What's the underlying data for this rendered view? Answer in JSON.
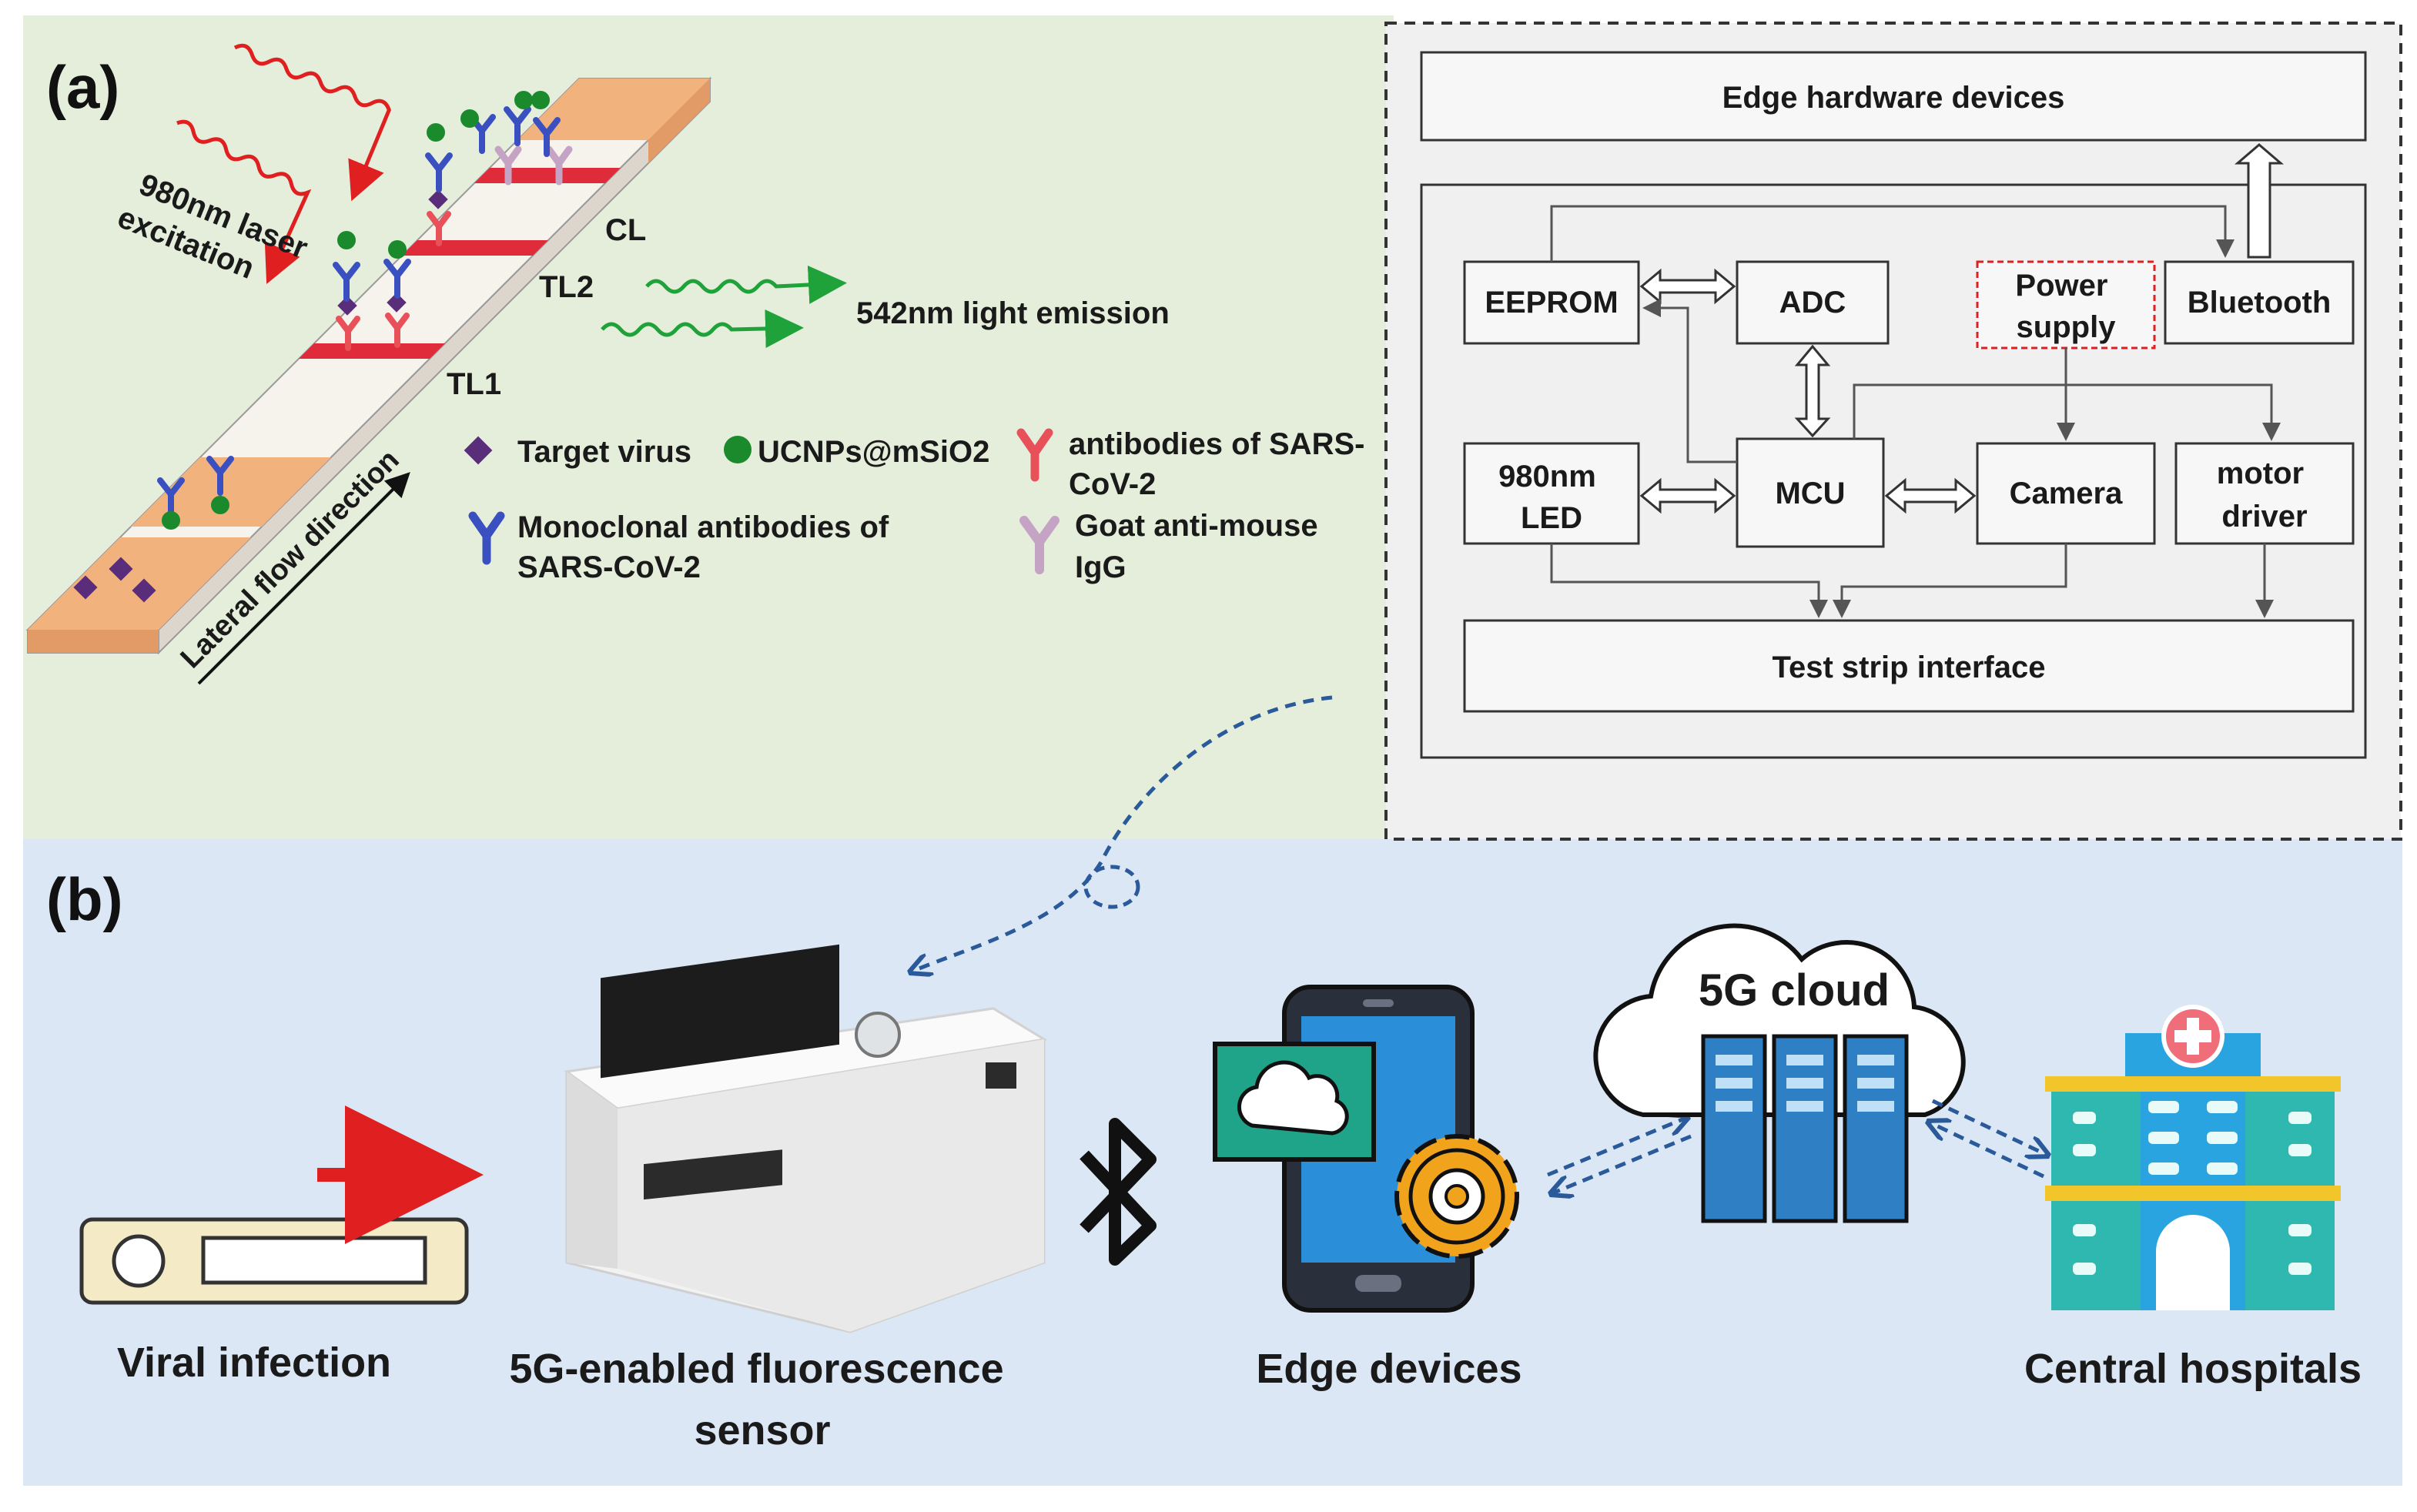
{
  "panels": {
    "a_label": "(a)",
    "b_label": "(b)"
  },
  "strip": {
    "laser": "980nm laser excitation",
    "laser_line1": "980nm laser",
    "laser_line2": "excitation",
    "emission": "542nm light emission",
    "cl": "CL",
    "tl2": "TL2",
    "tl1": "TL1",
    "flow": "Lateral flow direction"
  },
  "legend": {
    "target_virus": "Target virus",
    "ucnps": "UCNPs@mSiO2",
    "antibodies_line1": "antibodies of SARS-",
    "antibodies_line2": "CoV-2",
    "monoclonal_line1": "Monoclonal antibodies of",
    "monoclonal_line2": "SARS-CoV-2",
    "goat_line1": "Goat anti-mouse",
    "goat_line2": "IgG"
  },
  "block_diagram": {
    "edge_hw": "Edge hardware devices",
    "eeprom": "EEPROM",
    "adc": "ADC",
    "power_line1": "Power",
    "power_line2": "supply",
    "bluetooth": "Bluetooth",
    "led_line1": "980nm",
    "led_line2": "LED",
    "mcu": "MCU",
    "camera": "Camera",
    "motor_line1": "motor",
    "motor_line2": "driver",
    "test_strip": "Test strip interface"
  },
  "workflow": {
    "viral": "Viral infection",
    "sensor_line1": "5G-enabled fluorescence",
    "sensor_line2": "sensor",
    "edge": "Edge devices",
    "cloud": "5G cloud",
    "hospitals": "Central hospitals"
  },
  "icons": [
    "bluetooth-icon",
    "cloud-icon",
    "gear-icon",
    "server-icon",
    "hospital-icon",
    "smartphone-icon"
  ],
  "colors": {
    "panel_a_bg": "#e5eedb",
    "panel_b_bg": "#dbe7f4",
    "block_bg": "#f0f0f0",
    "laser_red": "#e02020",
    "emission_green": "#1fa23a",
    "strip_line_red": "#e02c3a",
    "pad_orange": "#f2b27e",
    "antibody_blue": "#3a4fc0",
    "antibody_red": "#e8505a",
    "goat_pink": "#c4a3c4",
    "virus_purple": "#5a2d7a",
    "ucnp_green": "#1a8a2c",
    "dashed_blue": "#2a5a9a",
    "phone_screen": "#2a8ed8",
    "server_blue": "#2e7fc4",
    "hospital_teal": "#2fb8b0",
    "gear_orange": "#f2a31c"
  }
}
